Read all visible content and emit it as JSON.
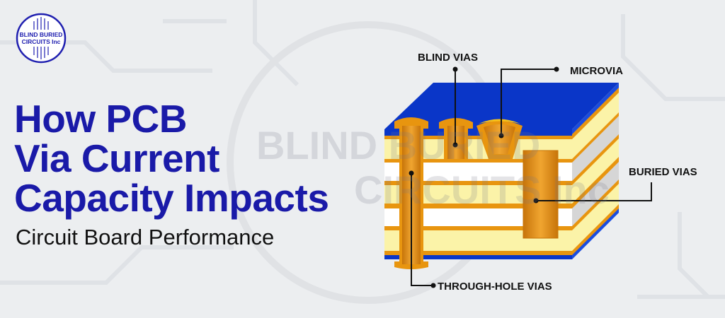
{
  "logo": {
    "text_line1": "BLIND BURIED",
    "text_line2": "CIRCUITS Inc"
  },
  "watermark": {
    "line1": "BLIND BURIED",
    "line2": "CIRCUITS Inc"
  },
  "title": {
    "line1": "How PCB",
    "line2": "Via Current",
    "line3": "Capacity Impacts"
  },
  "subtitle": "Circuit Board Performance",
  "labels": {
    "blind": "BLIND VIAS",
    "micro": "MICROVIA",
    "buried": "BURIED VIAS",
    "through": "THROUGH-HOLE VIAS"
  },
  "colors": {
    "brand_blue": "#1a1aa8",
    "board_blue": "#0a36c8",
    "copper": "#e8950f",
    "prepreg": "#fbf3a8",
    "core": "#ffffff"
  }
}
